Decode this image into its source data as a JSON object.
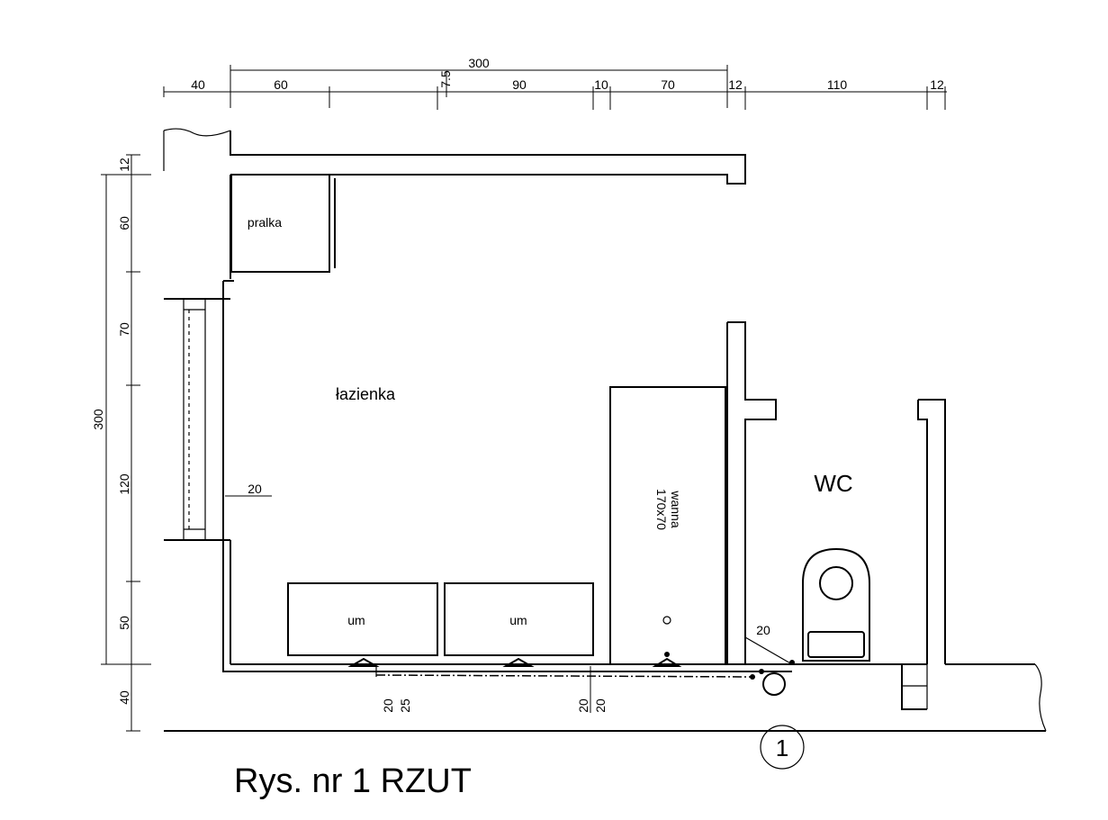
{
  "title": "Rys. nr 1 RZUT",
  "rooms": {
    "bathroom": "łazienka",
    "wc": "WC"
  },
  "fixtures": {
    "washing_machine": "pralka",
    "sink_left": "um",
    "sink_right": "um",
    "bathtub_name": "wanna",
    "bathtub_size": "170x70"
  },
  "marker": "1",
  "dimensions": {
    "top_total": "300",
    "top": [
      "40",
      "60",
      "7.5",
      "90",
      "10",
      "70",
      "12",
      "110",
      "12"
    ],
    "left_total": "300",
    "left": [
      "12",
      "60",
      "70",
      "120",
      "50",
      "40"
    ],
    "pipes": [
      "20",
      "20",
      "20",
      "25",
      "20",
      "20"
    ]
  }
}
